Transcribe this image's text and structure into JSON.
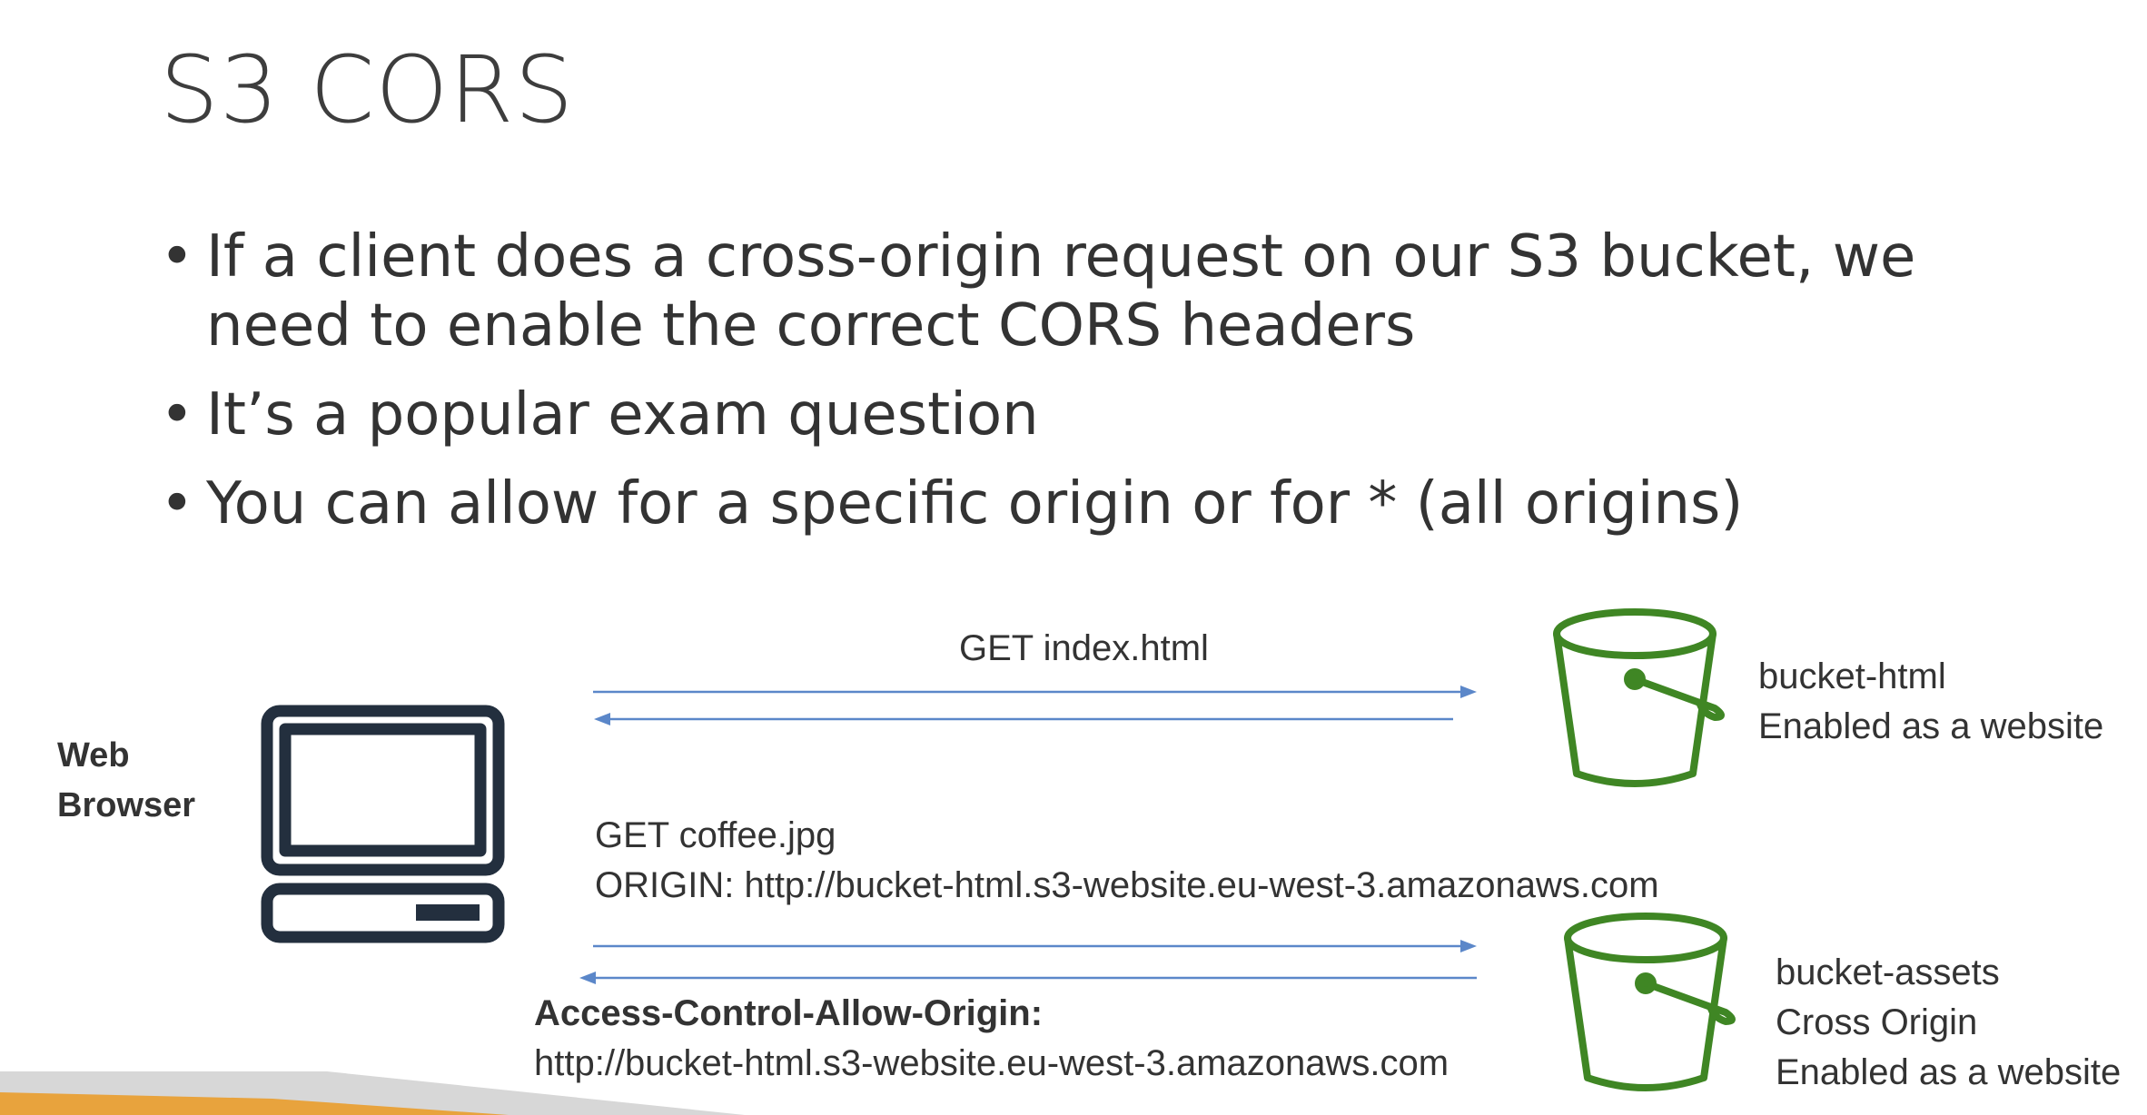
{
  "slide": {
    "title": "S3 CORS",
    "bullets": [
      "If a client does a cross-origin request on our S3 bucket, we need to enable the correct CORS headers",
      "It’s a popular exam question",
      "You can allow for a specific origin or for * (all origins)"
    ]
  },
  "diagram": {
    "browser": {
      "line1": "Web",
      "line2": "Browser",
      "icon": "desktop-computer-icon"
    },
    "request1": {
      "label": "GET index.html"
    },
    "request2": {
      "line1": "GET coffee.jpg",
      "line2": "ORIGIN: http://bucket-html.s3-website.eu-west-3.amazonaws.com"
    },
    "response2": {
      "header": "Access-Control-Allow-Origin:",
      "value": "http://bucket-html.s3-website.eu-west-3.amazonaws.com"
    },
    "bucket_html": {
      "name": "bucket-html",
      "note": "Enabled as a website",
      "icon": "s3-bucket-icon"
    },
    "bucket_assets": {
      "name": "bucket-assets",
      "note1": "Cross Origin",
      "note2": "Enabled as a website",
      "icon": "s3-bucket-icon"
    }
  },
  "colors": {
    "arrow": "#5b87c9",
    "bucket": "#3f8624",
    "computer": "#232f3e",
    "accent_bar": "#e8a33d"
  }
}
